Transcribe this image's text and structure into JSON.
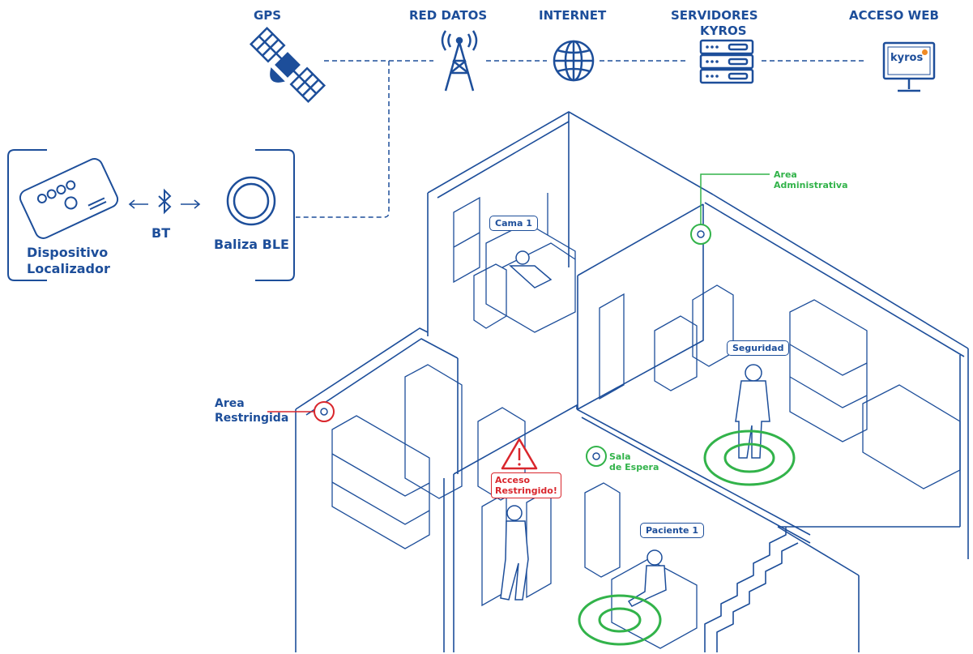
{
  "top_nodes": {
    "gps": "GPS",
    "red_datos": "RED DATOS",
    "internet": "INTERNET",
    "servidores": "SERVIDORES",
    "kyros": "KYROS",
    "acceso_web": "ACCESO WEB",
    "logo_text": "kyros"
  },
  "left_panel": {
    "dispositivo_line1": "Dispositivo",
    "dispositivo_line2": "Localizador",
    "bt_label": "BT",
    "baliza_label": "Baliza BLE"
  },
  "areas": {
    "administrativa_line1": "Area",
    "administrativa_line2": "Administrativa",
    "restringida_line1": "Area",
    "restringida_line2": "Restringida",
    "sala_line1": "Sala",
    "sala_line2": "de Espera"
  },
  "tags": {
    "cama": "Cama 1",
    "seguridad": "Seguridad",
    "paciente": "Paciente 1",
    "acceso_line1": "Acceso",
    "acceso_line2": "Restringido!"
  },
  "colors": {
    "blue": "#1d4e9a",
    "green": "#32b34a",
    "red": "#d9262c",
    "orange": "#f08a24"
  }
}
